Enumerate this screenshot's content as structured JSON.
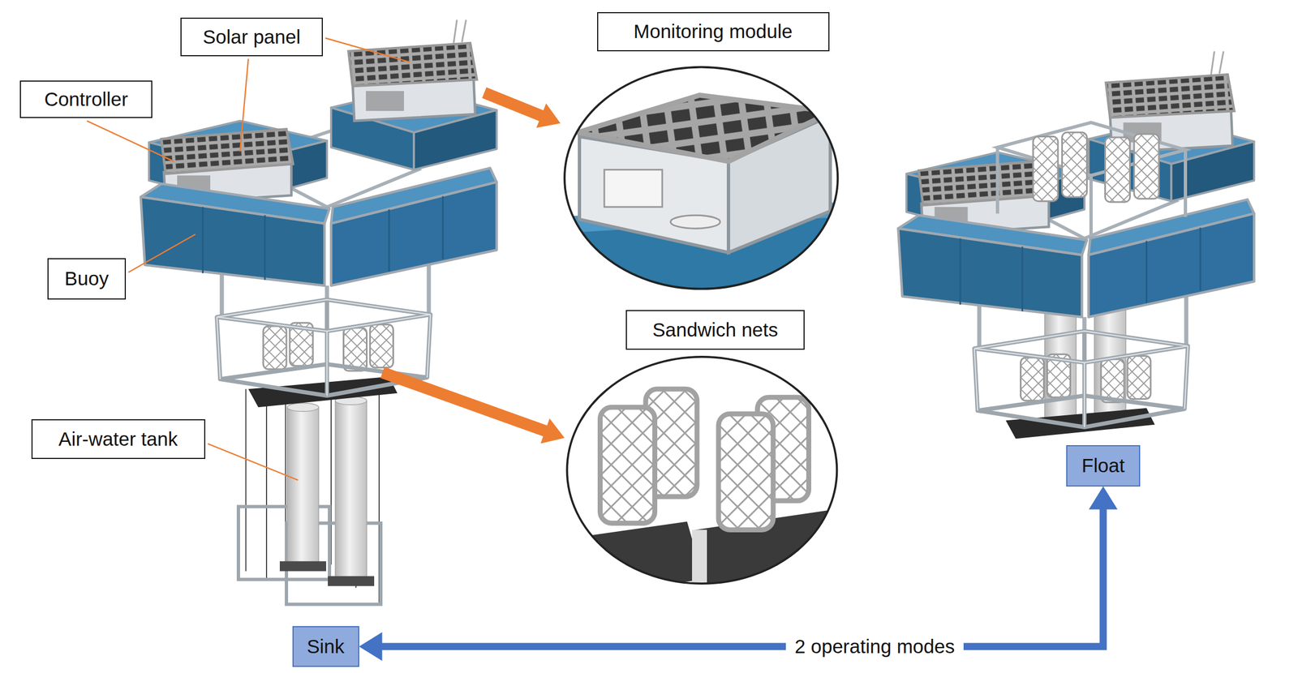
{
  "diagram": {
    "nodes": [
      {
        "text": [
          "Solar panel"
        ]
      },
      {
        "text": [
          "Monitoring module"
        ]
      },
      {
        "text": [
          "Controller"
        ]
      },
      {
        "text": [
          "Buoy"
        ]
      },
      {
        "text": [
          "Sandwich nets"
        ]
      },
      {
        "text": [
          "Air-water tank"
        ]
      },
      {
        "text": [
          "Float"
        ]
      },
      {
        "text": [
          "Sink"
        ]
      }
    ],
    "edges": [
      {
        "from": 7,
        "to": 6,
        "arrow": "both",
        "label": "2 operating modes"
      }
    ]
  }
}
